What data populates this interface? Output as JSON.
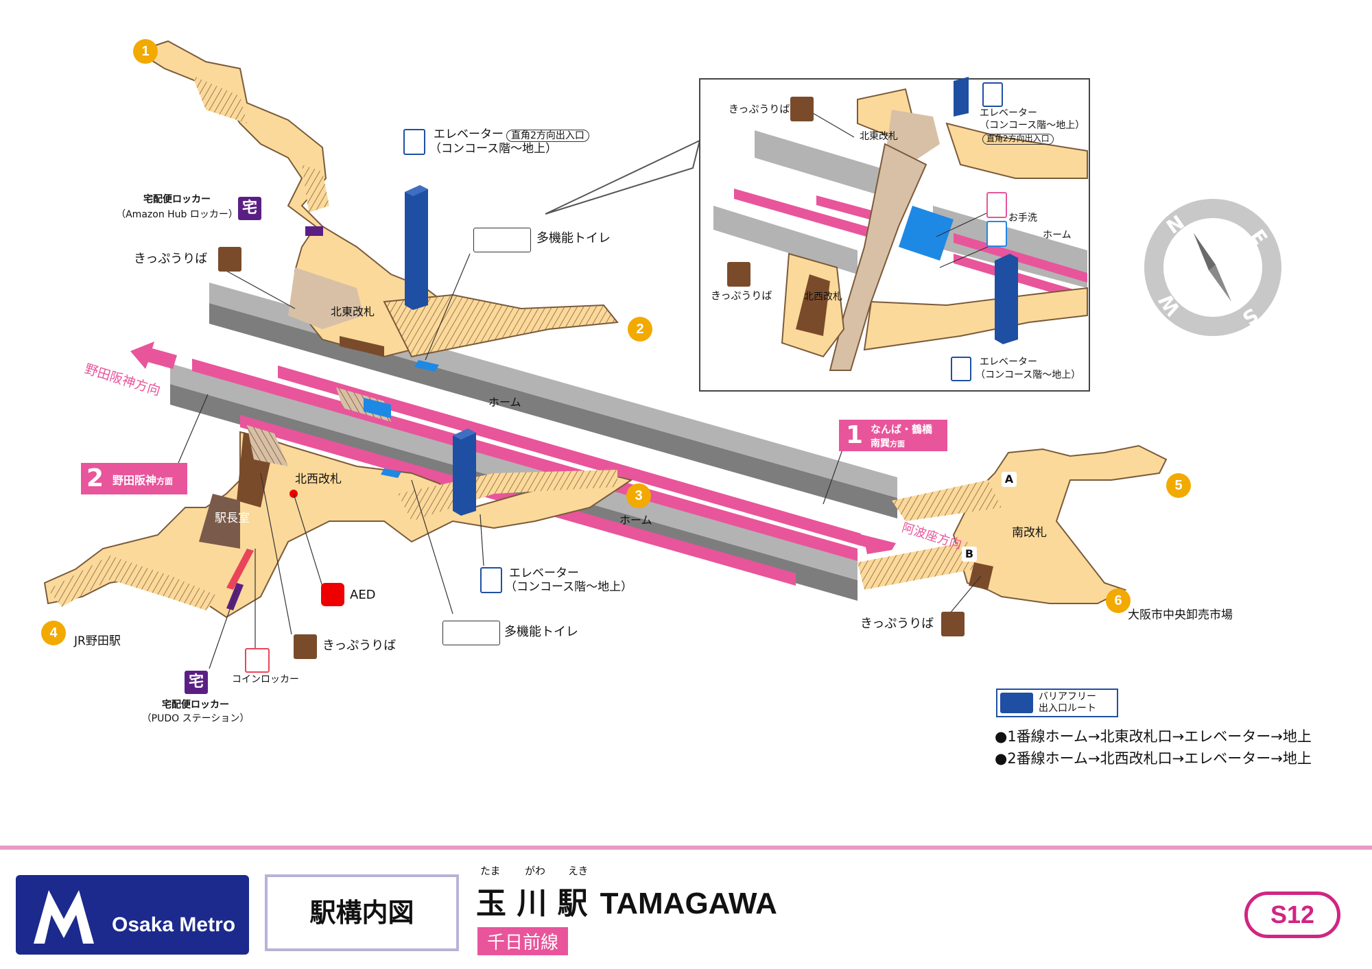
{
  "exits": [
    {
      "num": "1"
    },
    {
      "num": "2"
    },
    {
      "num": "3"
    },
    {
      "num": "4"
    },
    {
      "num": "5"
    },
    {
      "num": "6"
    }
  ],
  "labels": {
    "takuhai_amazon": "宅配便ロッカー",
    "amazon_sub": "（Amazon Hub ロッカー）",
    "taku_char": "宅",
    "kippu": "きっぷうりば",
    "elevator": "エレベーター",
    "elevator_range": "（コンコース階～地上）",
    "chokkaku": "直角2方向出入口",
    "toilet": "多機能トイレ",
    "north_east_gate": "北東改札",
    "north_west_gate": "北西改札",
    "south_gate": "南改札",
    "station_master": "駅長室",
    "home": "ホーム",
    "noda_direction": "野田阪神方向",
    "awaza_direction": "阿波座方向",
    "aed": "AED",
    "coin_locker": "コインロッカー",
    "takuhai_pudo": "宅配便ロッカー",
    "pudo_sub": "（PUDO ステーション）",
    "jr_noda": "JR野田駅",
    "market": "大阪市中央卸売市場",
    "otearai": "お手洗",
    "gate_a": "A",
    "gate_b": "B"
  },
  "platforms": {
    "p1_num": "1",
    "p1_dest_a": "なんば・鶴橋",
    "p1_dest_b": "南巽",
    "p1_suffix": "方面",
    "p2_num": "2",
    "p2_dest": "野田阪神",
    "p2_suffix": "方面"
  },
  "compass": {
    "n": "N",
    "e": "E",
    "s": "S",
    "w": "W"
  },
  "barrier_free": {
    "title_a": "バリアフリー",
    "title_b": "出入口ルート",
    "route1": "●1番線ホーム→北東改札口→エレベーター→地上",
    "route2": "●2番線ホーム→北西改札口→エレベーター→地上"
  },
  "footer": {
    "brand": "Osaka Metro",
    "map_title": "駅構内図",
    "furigana_tama": "たま",
    "furigana_gawa": "がわ",
    "furigana_eki": "えき",
    "station_jp": "玉 川 駅",
    "station_en": "TAMAGAWA",
    "line": "千日前線",
    "code": "S12"
  },
  "colors": {
    "accent_pink": "#e8559b",
    "exit_orange": "#f2a900",
    "concourse": "#fbd99a",
    "platform": "#b3b3b3",
    "elevator": "#1f4fa2",
    "ticket": "#7a4b2a",
    "locker_purple": "#5b1f84",
    "metro_navy": "#1b2a8c"
  }
}
